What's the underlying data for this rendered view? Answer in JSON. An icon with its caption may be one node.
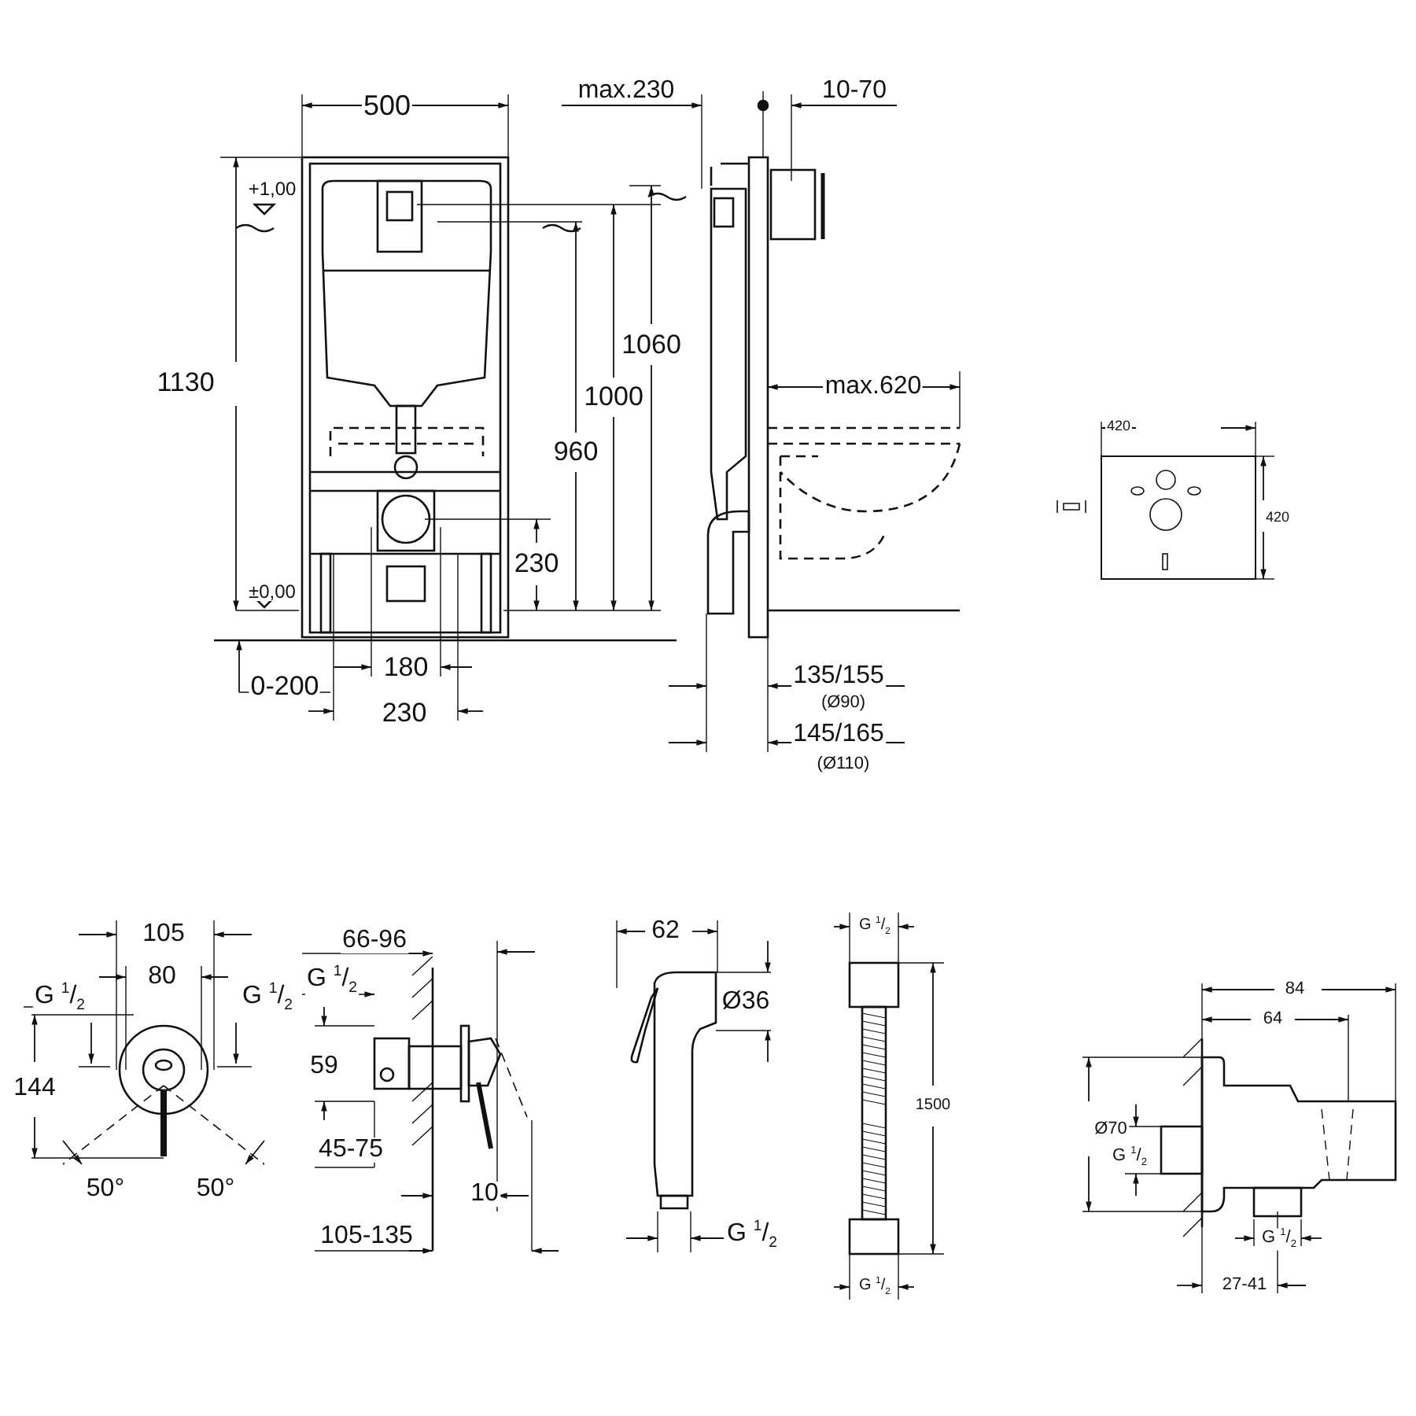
{
  "diagram": {
    "labels": [
      "500",
      "max.230",
      "10-70",
      "+1,00",
      "1130",
      "1060",
      "1000",
      "960",
      "max.620",
      "420",
      "420",
      "230",
      "±0,00",
      "180",
      "0-200",
      "135/155",
      "(Ø90)",
      "230",
      "145/165",
      "(Ø110)",
      "105",
      "80",
      "G $^{1}$/$_{2}$",
      "G $^{1}$/$_{2}$",
      "144",
      "50°",
      "50°",
      "66-96",
      "G $^{1}$/$_{2}$",
      "59",
      "45-75",
      "10",
      "105-135",
      "62",
      "Ø36",
      "G $^{1}$/$_{2}$",
      "G $^{1}$/$_{2}$",
      "1500",
      "G $^{1}$/$_{2}$",
      "84",
      "64",
      "Ø70",
      "G $^{1}$/$_{2}$",
      "G $^{1}$/$_{2}$",
      "27-41"
    ]
  }
}
